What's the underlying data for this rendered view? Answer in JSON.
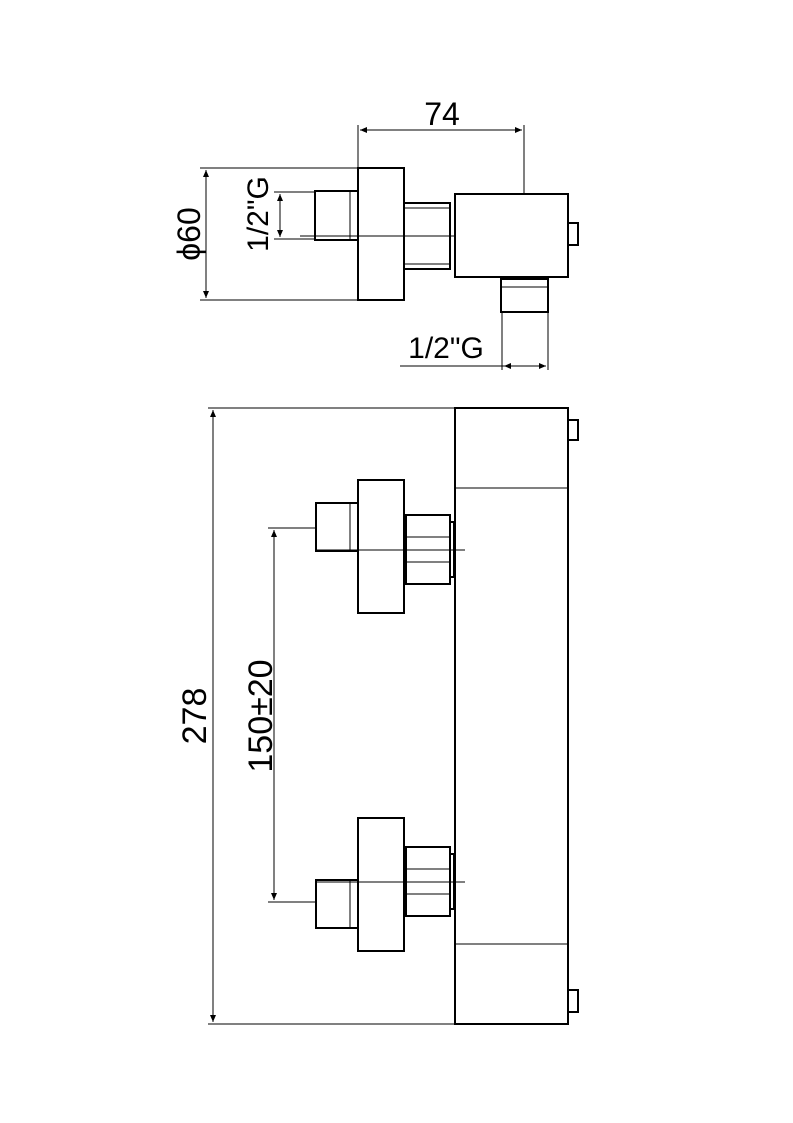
{
  "top_view": {
    "width_label": "74",
    "diameter_label": "ϕ60",
    "inlet_thread_label": "1/2\"G",
    "outlet_thread_label": "1/2\"G"
  },
  "front_view": {
    "height_label": "278",
    "inlet_spacing_label": "150±20"
  }
}
